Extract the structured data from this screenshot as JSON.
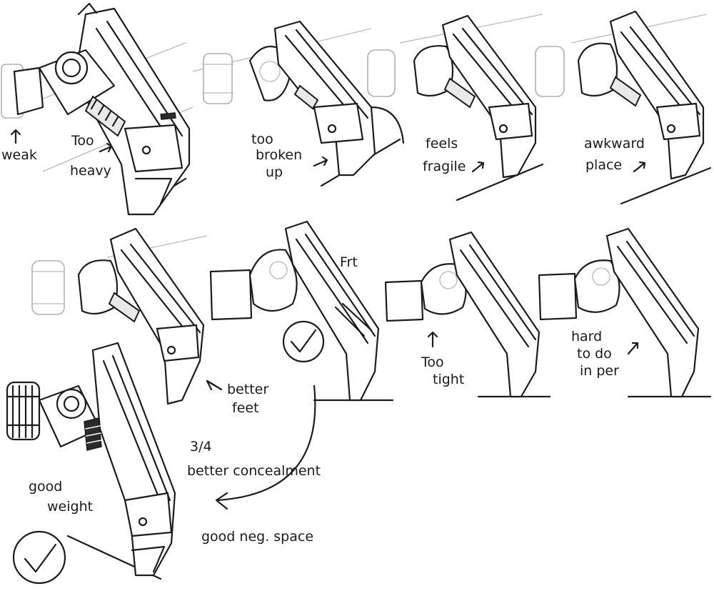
{
  "sheet": {
    "annotations": {
      "weak": "weak",
      "too_heavy_1": "Too",
      "too_heavy_2": "heavy",
      "too_broken_1": "too",
      "too_broken_2": "broken",
      "too_broken_3": "up",
      "feels_fragile_1": "feels",
      "feels_fragile_2": "fragile",
      "awkward_place_1": "awkward",
      "awkward_place_2": "place",
      "frt": "Frt",
      "better_feet_1": "better",
      "better_feet_2": "feet",
      "too_tight_1": "Too",
      "too_tight_2": "tight",
      "hard_to_do_1": "hard",
      "hard_to_do_2": "to do",
      "hard_to_do_3": "in per",
      "three_quarter": "3/4",
      "better_concealment": "better concealment",
      "good_weight_1": "good",
      "good_weight_2": "weight",
      "good_neg_space": "good neg. space"
    },
    "marks": [
      "up-arrow",
      "right-arrow",
      "checkmark"
    ]
  }
}
